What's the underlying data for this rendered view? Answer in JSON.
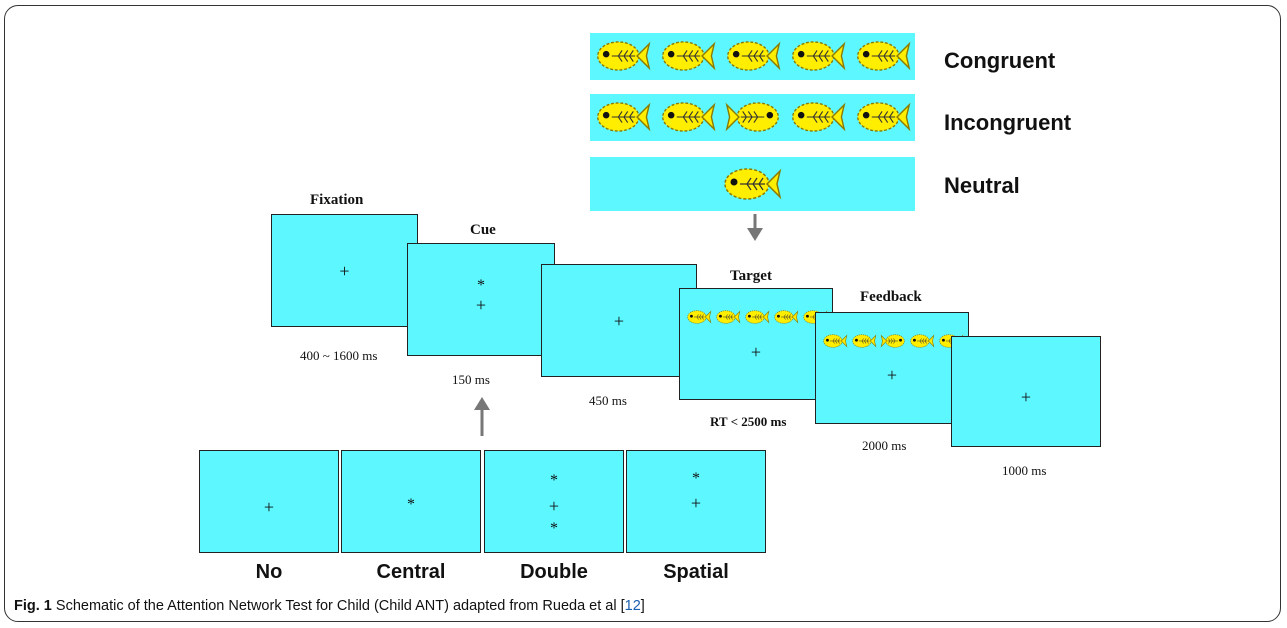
{
  "colors": {
    "screen_bg": "#5cf7ff",
    "fish_body": "#ffee00",
    "fish_outline": "#8a7a00",
    "arrow": "#777777"
  },
  "conditions": {
    "congruent_label": "Congruent",
    "incongruent_label": "Incongruent",
    "neutral_label": "Neutral",
    "congruent_fish": [
      "left",
      "left",
      "left",
      "left",
      "left"
    ],
    "incongruent_fish": [
      "left",
      "left",
      "right",
      "left",
      "left"
    ],
    "neutral_fish": [
      "left"
    ]
  },
  "sequence": {
    "fixation": {
      "title": "Fixation",
      "duration": "400 ~ 1600 ms",
      "symbol": "+"
    },
    "cue": {
      "title": "Cue",
      "duration": "150 ms",
      "cue_symbol": "*",
      "fixation_symbol": "+"
    },
    "blank": {
      "duration": "450 ms",
      "symbol": "+"
    },
    "target": {
      "title": "Target",
      "duration": "RT < 2500 ms",
      "symbol": "+"
    },
    "feedback": {
      "title": "Feedback",
      "duration": "2000 ms",
      "symbol": "+"
    },
    "end": {
      "duration": "1000 ms",
      "symbol": "+"
    }
  },
  "cue_types": [
    {
      "label": "No"
    },
    {
      "label": "Central"
    },
    {
      "label": "Double"
    },
    {
      "label": "Spatial"
    }
  ],
  "symbols": {
    "cross": "+",
    "star": "*"
  },
  "caption": {
    "fig_label": "Fig. 1",
    "text": " Schematic of the Attention Network Test for Child (Child ANT) adapted from Rueda et al [",
    "ref": "12",
    "close": "]"
  }
}
